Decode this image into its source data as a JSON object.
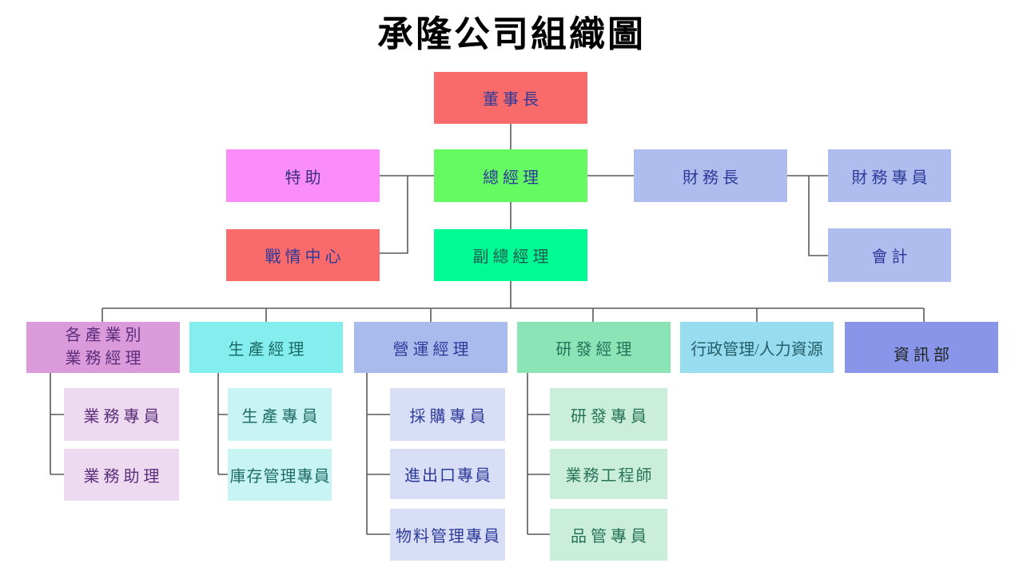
{
  "title": "承隆公司組織圖",
  "connector_color": "#595959",
  "background_color": "#ffffff",
  "nodes": {
    "chairman": {
      "label": "董事長",
      "bg": "#f96a6a",
      "fg": "#2e3a99"
    },
    "special_assistant": {
      "label": "特助",
      "bg": "#fb8dfb",
      "fg": "#3a2e7e"
    },
    "general_manager": {
      "label": "總經理",
      "bg": "#66fa62",
      "fg": "#2e3a99"
    },
    "cfo": {
      "label": "財務長",
      "bg": "#aebded",
      "fg": "#2e3a99"
    },
    "finance_specialist": {
      "label": "財務專員",
      "bg": "#aebded",
      "fg": "#2e3a99"
    },
    "war_room": {
      "label": "戰情中心",
      "bg": "#f96a6a",
      "fg": "#2e3a99"
    },
    "deputy_general_manager": {
      "label": "副總經理",
      "bg": "#00fb95",
      "fg": "#1f5c4f"
    },
    "accounting": {
      "label": "會計",
      "bg": "#aebded",
      "fg": "#2e3a99"
    },
    "industry_sales_manager": {
      "label_line1": "各產業別",
      "label_line2": "業務經理",
      "bg": "#db9bdb",
      "fg": "#5b2d7a"
    },
    "production_manager": {
      "label": "生產經理",
      "bg": "#84eded",
      "fg": "#1d6b66"
    },
    "operations_manager": {
      "label": "營運經理",
      "bg": "#a8bbec",
      "fg": "#2e3a99"
    },
    "rd_manager": {
      "label": "研發經理",
      "bg": "#8ae4b5",
      "fg": "#26735a"
    },
    "admin_hr": {
      "label": "行政管理/人力資源",
      "bg": "#97dcef",
      "fg": "#235e68"
    },
    "it_department": {
      "label": "資訊部",
      "bg": "#8995e9",
      "fg": "#20261f"
    },
    "sales_specialist": {
      "label": "業務專員",
      "bg": "#eedaf0",
      "fg": "#5b2d7a"
    },
    "sales_assistant": {
      "label": "業務助理",
      "bg": "#eedaf0",
      "fg": "#5b2d7a"
    },
    "production_specialist": {
      "label": "生產專員",
      "bg": "#c8f4f4",
      "fg": "#1d6b66"
    },
    "inventory_specialist": {
      "label": "庫存管理專員",
      "bg": "#c8f4f4",
      "fg": "#1d6b66"
    },
    "purchasing_specialist": {
      "label": "採購專員",
      "bg": "#d7def6",
      "fg": "#2e3a99"
    },
    "import_export_specialist": {
      "label": "進出口專員",
      "bg": "#d7def6",
      "fg": "#2e3a99"
    },
    "materials_specialist": {
      "label": "物料管理專員",
      "bg": "#d7def6",
      "fg": "#2e3a99"
    },
    "rd_specialist": {
      "label": "研發專員",
      "bg": "#caeeda",
      "fg": "#26735a"
    },
    "sales_engineer": {
      "label": "業務工程師",
      "bg": "#caeeda",
      "fg": "#26735a"
    },
    "qc_specialist": {
      "label": "品管專員",
      "bg": "#caeeda",
      "fg": "#26735a"
    }
  }
}
